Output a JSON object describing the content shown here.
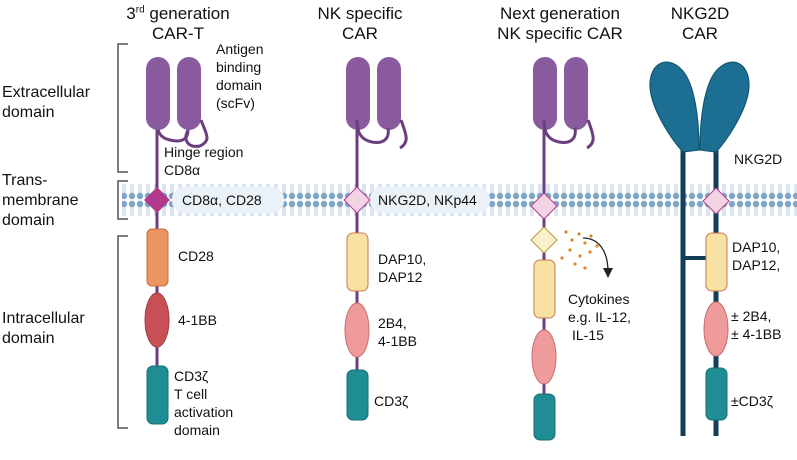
{
  "headers": {
    "gen3": {
      "line1_sup": "rd",
      "line1_num": "3",
      "line1_rest": " generation",
      "line2": "CAR-T"
    },
    "nk": {
      "line1": "NK specific",
      "line2": "CAR"
    },
    "next": {
      "line1": "Next generation",
      "line2": "NK specific CAR"
    },
    "nkg2d": {
      "line1": "NKG2D",
      "line2": "CAR"
    }
  },
  "domains": {
    "extracellular": [
      "Extracellular",
      "domain"
    ],
    "transmembrane": [
      "Trans-",
      "membrane",
      "domain"
    ],
    "intracellular": [
      "Intracellular",
      "domain"
    ]
  },
  "labels": {
    "antigen": [
      "Antigen",
      "binding",
      "domain",
      "(scFv)"
    ],
    "hinge": [
      "Hinge region",
      "CD8α"
    ],
    "tm_car_t": "CD8α, CD28",
    "tm_nk": "NKG2D, NKp44",
    "cd28": "CD28",
    "bb41": "4-1BB",
    "cd3z_t": [
      "CD3ζ",
      "T cell",
      "activation",
      "domain"
    ],
    "dap_nk": [
      "DAP10,",
      "DAP12"
    ],
    "b24_nk": [
      "2B4,",
      "4-1BB"
    ],
    "cd3z_nk": "CD3ζ",
    "cytokines": [
      "Cytokines",
      "e.g. IL-12,",
      "IL-15"
    ],
    "nkg2d_label": "NKG2D",
    "dap_nkg2d": [
      "DAP10,",
      "DAP12,"
    ],
    "b24_nkg2d": [
      "± 2B4,",
      "± 4-1BB"
    ],
    "cd3z_nkg2d": "±CD3ζ"
  },
  "colors": {
    "purple": "#8a5a9e",
    "purple_dark": "#6b3f7f",
    "membrane": "#7fa5c9",
    "magenta": "#b03a8c",
    "pink_diamond": "#f4d3e3",
    "orange": "#ec9563",
    "red": "#c94f57",
    "teal": "#1e8e94",
    "yellow": "#f8e2a3",
    "salmon": "#ef9b9b",
    "blue": "#1d6e93",
    "navy": "#123e57",
    "cytokine": "#d98b2b"
  }
}
